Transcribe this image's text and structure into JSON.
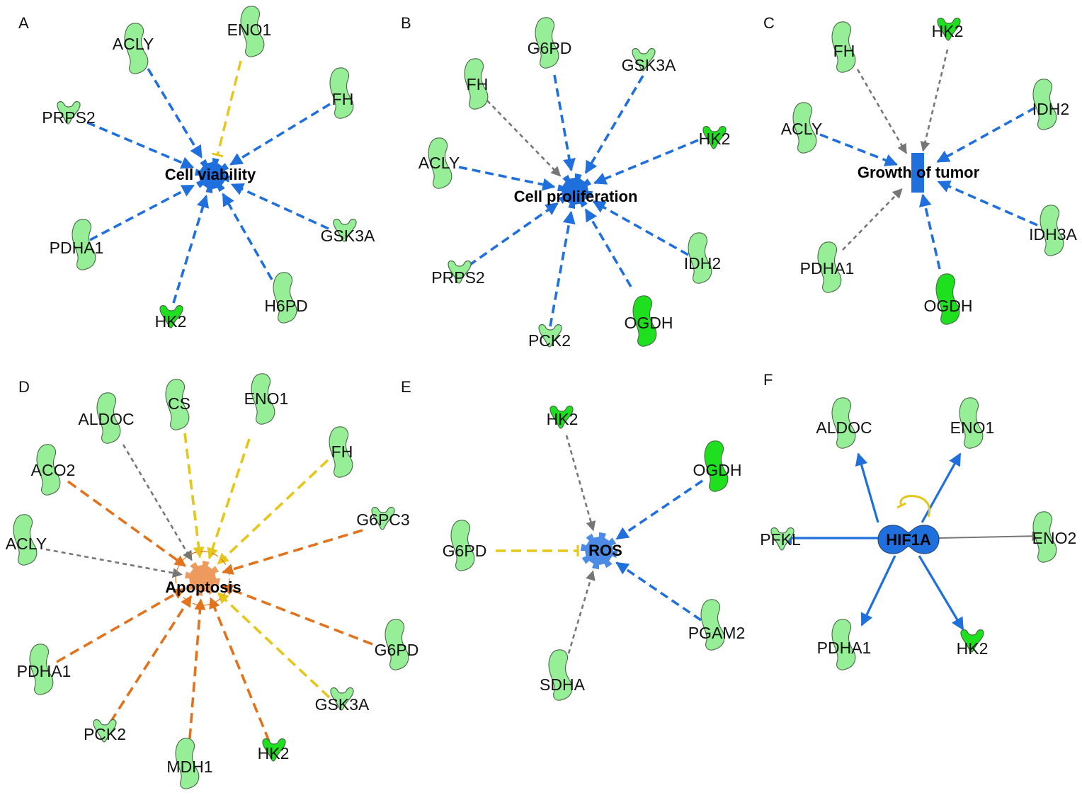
{
  "colors": {
    "blue": "#1f6fdd",
    "yellow": "#e6c619",
    "orange": "#e2721c",
    "gray": "#767676",
    "light_green": "#96ee96",
    "bright_green": "#1fe01f",
    "blue_node": "#1f6fdd",
    "light_blue_node": "#4b8be6",
    "orange_node": "#ee9a5f"
  },
  "panels": [
    {
      "letter": "A",
      "center": {
        "label": "Cell viability",
        "shape": "gear",
        "color": "blue"
      },
      "genes": [
        {
          "name": "ACLY",
          "shape": "enzyme",
          "fill": "light",
          "relation": "blue-dash"
        },
        {
          "name": "ENO1",
          "shape": "enzyme",
          "fill": "light",
          "relation": "yellow-inhibit"
        },
        {
          "name": "FH",
          "shape": "enzyme",
          "fill": "light",
          "relation": "blue-dash"
        },
        {
          "name": "PRPS2",
          "shape": "kinase",
          "fill": "light",
          "relation": "blue-dash"
        },
        {
          "name": "GSK3A",
          "shape": "kinase",
          "fill": "light",
          "relation": "blue-dash"
        },
        {
          "name": "PDHA1",
          "shape": "enzyme",
          "fill": "light",
          "relation": "blue-dash"
        },
        {
          "name": "H6PD",
          "shape": "enzyme",
          "fill": "light",
          "relation": "blue-dash"
        },
        {
          "name": "HK2",
          "shape": "kinase",
          "fill": "bright",
          "relation": "blue-dash"
        }
      ]
    },
    {
      "letter": "B",
      "center": {
        "label": "Cell proliferation",
        "shape": "gear",
        "color": "blue"
      },
      "genes": [
        {
          "name": "G6PD",
          "shape": "enzyme",
          "fill": "light",
          "relation": "blue-dash"
        },
        {
          "name": "GSK3A",
          "shape": "kinase",
          "fill": "light",
          "relation": "blue-dash"
        },
        {
          "name": "FH",
          "shape": "enzyme",
          "fill": "light",
          "relation": "gray-dash"
        },
        {
          "name": "HK2",
          "shape": "kinase",
          "fill": "bright",
          "relation": "blue-dash"
        },
        {
          "name": "ACLY",
          "shape": "enzyme",
          "fill": "light",
          "relation": "blue-dash"
        },
        {
          "name": "IDH2",
          "shape": "enzyme",
          "fill": "light",
          "relation": "blue-dash"
        },
        {
          "name": "PRPS2",
          "shape": "kinase",
          "fill": "light",
          "relation": "blue-dash"
        },
        {
          "name": "OGDH",
          "shape": "enzyme",
          "fill": "bright",
          "relation": "blue-dash"
        },
        {
          "name": "PCK2",
          "shape": "kinase",
          "fill": "light",
          "relation": "blue-dash"
        }
      ]
    },
    {
      "letter": "C",
      "center": {
        "label": "Growth of tumor",
        "shape": "bar",
        "color": "blue"
      },
      "genes": [
        {
          "name": "FH",
          "shape": "enzyme",
          "fill": "light",
          "relation": "gray-dash"
        },
        {
          "name": "HK2",
          "shape": "kinase",
          "fill": "bright",
          "relation": "gray-dash"
        },
        {
          "name": "IDH2",
          "shape": "enzyme",
          "fill": "light",
          "relation": "blue-dash"
        },
        {
          "name": "ACLY",
          "shape": "enzyme",
          "fill": "light",
          "relation": "blue-dash"
        },
        {
          "name": "IDH3A",
          "shape": "enzyme",
          "fill": "light",
          "relation": "blue-dash"
        },
        {
          "name": "PDHA1",
          "shape": "enzyme",
          "fill": "light",
          "relation": "gray-dash"
        },
        {
          "name": "OGDH",
          "shape": "enzyme",
          "fill": "bright",
          "relation": "blue-dash"
        }
      ]
    },
    {
      "letter": "D",
      "center": {
        "label": "Apoptosis",
        "shape": "gear",
        "color": "orange"
      },
      "genes": [
        {
          "name": "CS",
          "shape": "enzyme",
          "fill": "light",
          "relation": "yellow-dash"
        },
        {
          "name": "ENO1",
          "shape": "enzyme",
          "fill": "light",
          "relation": "yellow-dash"
        },
        {
          "name": "ALDOC",
          "shape": "enzyme",
          "fill": "light",
          "relation": "gray-dash"
        },
        {
          "name": "FH",
          "shape": "enzyme",
          "fill": "light",
          "relation": "yellow-dash"
        },
        {
          "name": "ACO2",
          "shape": "enzyme",
          "fill": "light",
          "relation": "orange-dash"
        },
        {
          "name": "G6PC3",
          "shape": "kinase",
          "fill": "light",
          "relation": "orange-dash"
        },
        {
          "name": "ACLY",
          "shape": "enzyme",
          "fill": "light",
          "relation": "gray-dash"
        },
        {
          "name": "G6PD",
          "shape": "enzyme",
          "fill": "light",
          "relation": "orange-dash"
        },
        {
          "name": "PDHA1",
          "shape": "enzyme",
          "fill": "light",
          "relation": "orange-dash"
        },
        {
          "name": "GSK3A",
          "shape": "kinase",
          "fill": "light",
          "relation": "yellow-dash"
        },
        {
          "name": "PCK2",
          "shape": "kinase",
          "fill": "light",
          "relation": "orange-dash"
        },
        {
          "name": "MDH1",
          "shape": "enzyme",
          "fill": "light",
          "relation": "orange-dash"
        },
        {
          "name": "HK2",
          "shape": "kinase",
          "fill": "bright",
          "relation": "orange-dash"
        }
      ]
    },
    {
      "letter": "E",
      "center": {
        "label": "ROS",
        "shape": "gear",
        "color": "light-blue"
      },
      "genes": [
        {
          "name": "HK2",
          "shape": "kinase",
          "fill": "bright",
          "relation": "gray-dash"
        },
        {
          "name": "OGDH",
          "shape": "enzyme",
          "fill": "bright",
          "relation": "blue-dash"
        },
        {
          "name": "G6PD",
          "shape": "enzyme",
          "fill": "light",
          "relation": "yellow-inhibit"
        },
        {
          "name": "PGAM2",
          "shape": "enzyme",
          "fill": "light",
          "relation": "blue-dash"
        },
        {
          "name": "SDHA",
          "shape": "enzyme",
          "fill": "light",
          "relation": "gray-dash"
        }
      ]
    },
    {
      "letter": "F",
      "center": {
        "label": "HIF1A",
        "shape": "transcription-regulator",
        "color": "blue"
      },
      "genes": [
        {
          "name": "ALDOC",
          "shape": "enzyme",
          "fill": "light",
          "relation": "blue-solid"
        },
        {
          "name": "ENO1",
          "shape": "enzyme",
          "fill": "light",
          "relation": "blue-solid"
        },
        {
          "name": "PFKL",
          "shape": "kinase",
          "fill": "light",
          "relation": "blue-solid"
        },
        {
          "name": "ENO2",
          "shape": "enzyme",
          "fill": "light",
          "relation": "gray-solid"
        },
        {
          "name": "PDHA1",
          "shape": "enzyme",
          "fill": "light",
          "relation": "blue-solid"
        },
        {
          "name": "HK2",
          "shape": "kinase",
          "fill": "bright",
          "relation": "blue-solid"
        }
      ]
    }
  ]
}
